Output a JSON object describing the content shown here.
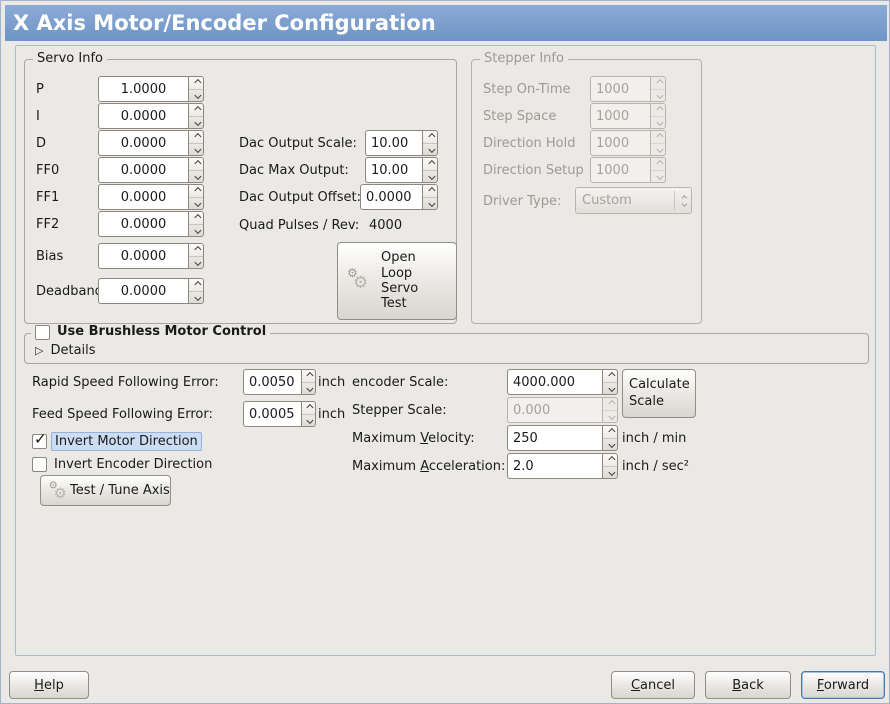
{
  "titlebar": {
    "title": "X Axis Motor/Encoder Configuration"
  },
  "servo_info": {
    "title": "Servo Info",
    "rows": [
      {
        "label": "P",
        "value": "1.0000"
      },
      {
        "label": "I",
        "value": "0.0000"
      },
      {
        "label": "D",
        "value": "0.0000"
      },
      {
        "label": "FF0",
        "value": "0.0000"
      },
      {
        "label": "FF1",
        "value": "0.0000"
      },
      {
        "label": "FF2",
        "value": "0.0000"
      },
      {
        "label": "Bias",
        "value": "0.0000"
      },
      {
        "label": "Deadband",
        "value": "0.0000"
      }
    ],
    "dac_rows": [
      {
        "label": "Dac Output Scale:",
        "value": "10.00"
      },
      {
        "label": "Dac Max Output:",
        "value": "10.00"
      },
      {
        "label": "Dac Output Offset:",
        "value": "0.0000"
      }
    ],
    "quad_label": "Quad Pulses / Rev:",
    "quad_value": "4000",
    "open_loop_button_label": "Open Loop Servo Test"
  },
  "stepper_info": {
    "title": "Stepper Info",
    "rows": [
      {
        "label": "Step On-Time",
        "value": "1000"
      },
      {
        "label": "Step Space",
        "value": "1000"
      },
      {
        "label": "Direction Hold",
        "value": "1000"
      },
      {
        "label": "Direction Setup",
        "value": "1000"
      }
    ],
    "driver_type_label": "Driver Type:",
    "driver_type_value": "Custom"
  },
  "brushless": {
    "checkbox_label": "Use Brushless Motor Control",
    "details_label": "Details"
  },
  "following_errors": {
    "rapid_label": "Rapid Speed Following Error:",
    "rapid_value": "0.0050",
    "rapid_unit": "inch",
    "feed_label": "Feed Speed Following Error:",
    "feed_value": "0.0005",
    "feed_unit": "inch"
  },
  "scales": {
    "encoder_label": "encoder Scale:",
    "encoder_value": "4000.000",
    "calculate_button_label": "Calculate Scale",
    "stepper_label": "Stepper Scale:",
    "stepper_value": "0.000",
    "velocity_label_pre": "Maximum ",
    "velocity_label_u": "V",
    "velocity_label_post": "elocity:",
    "velocity_value": "250",
    "velocity_unit": "inch / min",
    "accel_label_pre": "Maximum ",
    "accel_label_u": "A",
    "accel_label_post": "cceleration:",
    "accel_value": "2.0",
    "accel_unit": "inch / sec²"
  },
  "direction": {
    "invert_motor_label": "Invert Motor Direction",
    "invert_encoder_label": "Invert Encoder Direction",
    "test_tune_button_label": "Test / Tune Axis"
  },
  "footer": {
    "help_u": "H",
    "help_post": "elp",
    "cancel_u": "C",
    "cancel_post": "ancel",
    "back_u": "B",
    "back_post": "ack",
    "forward_u": "F",
    "forward_post": "orward"
  },
  "icons": {
    "gear": "⚙",
    "check": "✓",
    "expander": "▷"
  },
  "colors": {
    "titlebar_blue": "#7d9fd0",
    "focus_blue": "#4a79ad",
    "selection_highlight": "#cbdcf3"
  }
}
